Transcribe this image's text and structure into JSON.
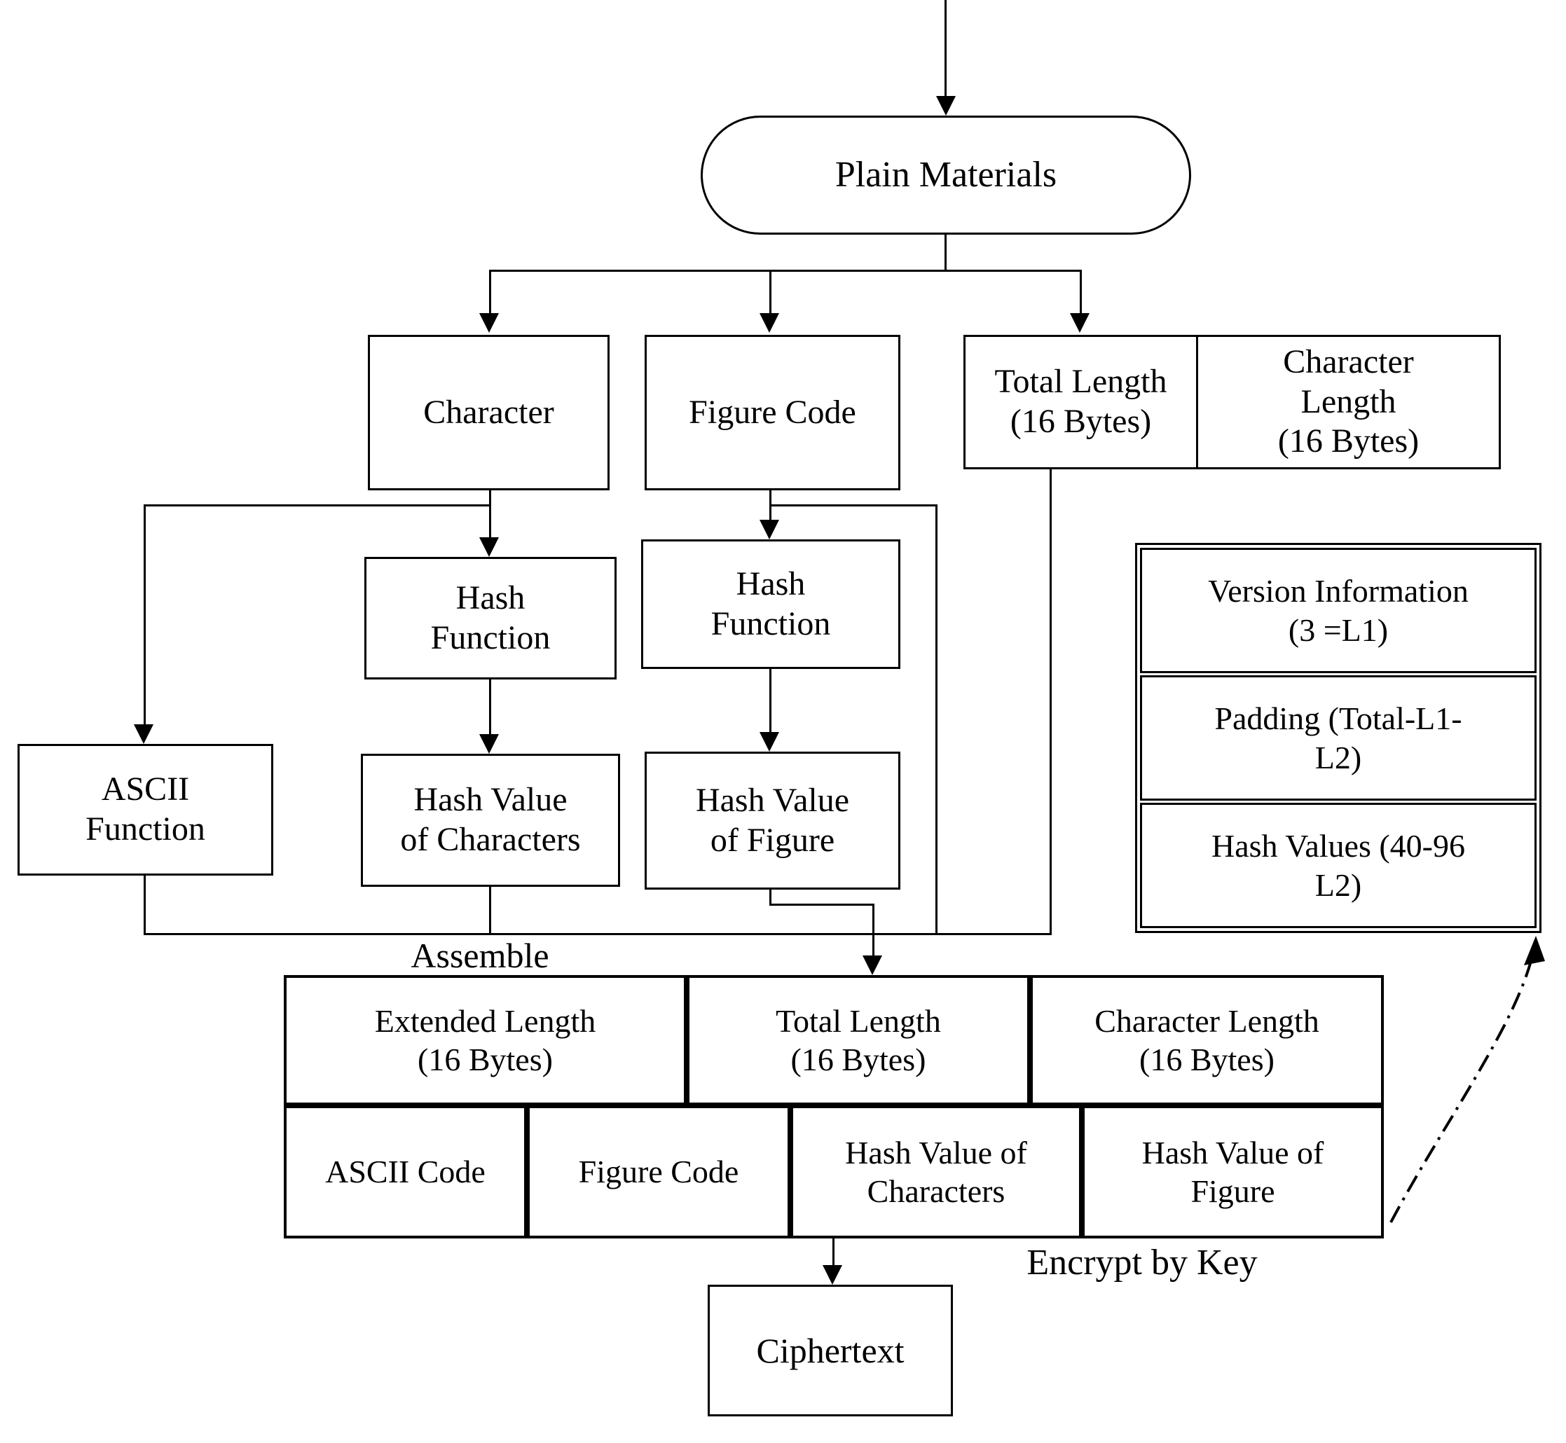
{
  "colors": {
    "line": "#000000",
    "background": "#ffffff"
  },
  "nodes": {
    "plain_materials": {
      "label": "Plain Materials"
    },
    "character": {
      "label": "Character"
    },
    "figure_code": {
      "label": "Figure Code"
    },
    "total_length": {
      "label": "Total Length\n(16 Bytes)"
    },
    "character_length": {
      "label": "Character\nLength\n(16 Bytes)"
    },
    "hash_function_left": {
      "label": "Hash\nFunction"
    },
    "hash_function_right": {
      "label": "Hash\nFunction"
    },
    "ascii_function": {
      "label": "ASCII\nFunction"
    },
    "hash_value_characters": {
      "label": "Hash Value\nof Characters"
    },
    "hash_value_figure": {
      "label": "Hash Value\nof Figure"
    },
    "ciphertext": {
      "label": "Ciphertext"
    }
  },
  "version_box": {
    "cells": [
      "Version Information\n(3 =L1)",
      "Padding (Total-L1-\nL2)",
      "Hash Values (40-96\nL2)"
    ]
  },
  "assembled_table": {
    "row1": [
      "Extended Length\n(16 Bytes)",
      "Total Length\n(16 Bytes)",
      "Character Length\n(16 Bytes)"
    ],
    "row2": [
      "ASCII Code",
      "Figure Code",
      "Hash Value of\nCharacters",
      "Hash Value of\nFigure"
    ]
  },
  "labels": {
    "assemble": "Assemble",
    "encrypt_by_key": "Encrypt by Key"
  }
}
